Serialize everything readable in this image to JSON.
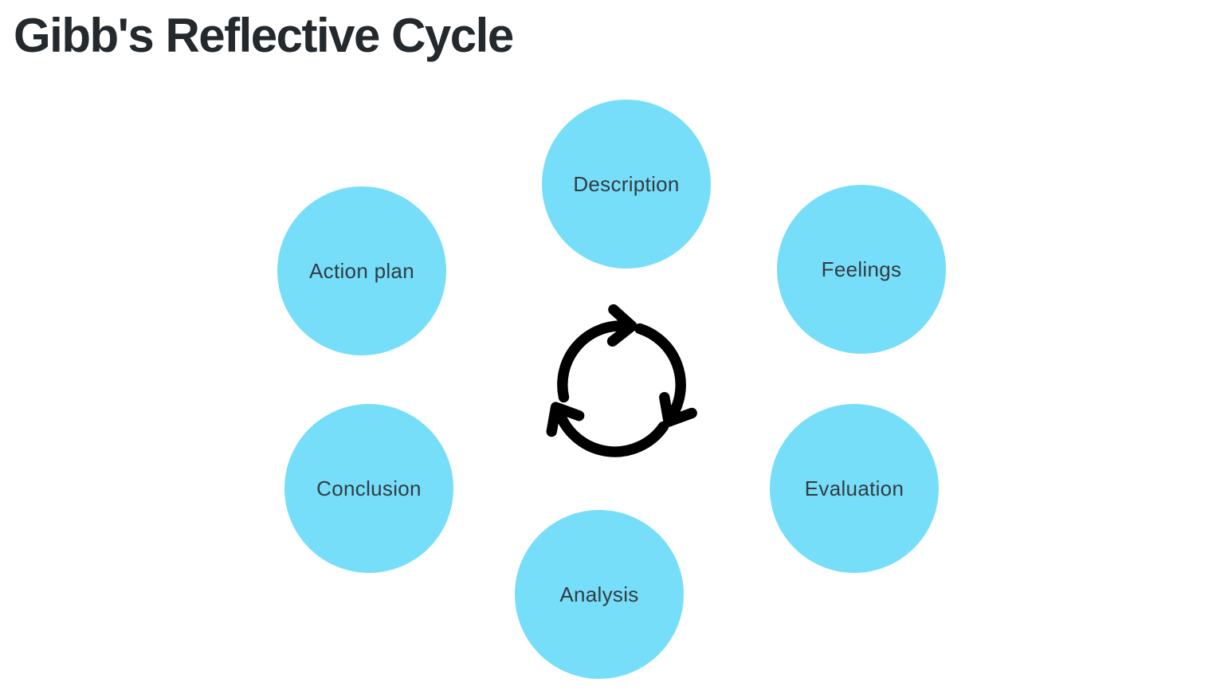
{
  "title": "Gibb's Reflective Cycle",
  "colors": {
    "node_fill": "#76DEF9",
    "node_text": "#333B41",
    "title": "#24292E",
    "arrows": "#000000",
    "background": "#FFFFFF"
  },
  "diagram": {
    "type": "cycle",
    "center_icon": "cycle-arrows-icon",
    "nodes": [
      {
        "label": "Description"
      },
      {
        "label": "Feelings"
      },
      {
        "label": "Evaluation"
      },
      {
        "label": "Analysis"
      },
      {
        "label": "Conclusion"
      },
      {
        "label": "Action plan"
      }
    ]
  }
}
